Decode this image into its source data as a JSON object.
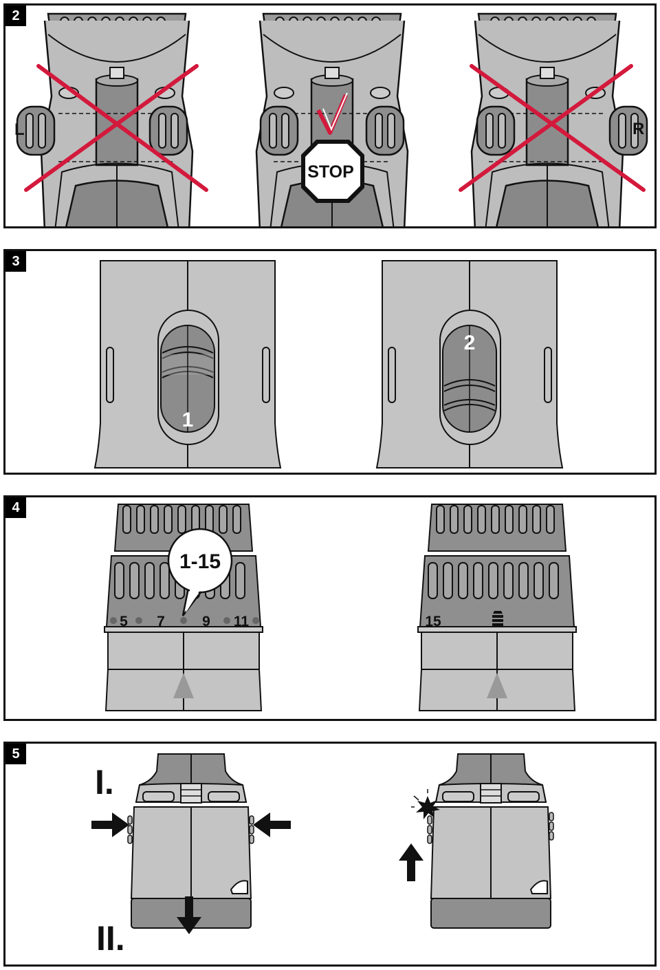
{
  "figures": [
    {
      "number": "2"
    },
    {
      "number": "3"
    },
    {
      "number": "4"
    },
    {
      "number": "5"
    }
  ],
  "fig2": {
    "left_label": "L",
    "right_label": "R",
    "stop_sign": "STOP"
  },
  "fig3": {
    "gear_1": "1",
    "gear_2": "2"
  },
  "fig4": {
    "callout": "1-15",
    "dial_marks": [
      "5",
      "7",
      "9",
      "11"
    ],
    "dial_mark_right": "15"
  },
  "fig5": {
    "step_1": "I.",
    "step_2": "II."
  },
  "colors": {
    "body": "#bdbdbd",
    "dark": "#8a8a8a",
    "light": "#d2d2d2",
    "cross": "#d3193c",
    "check": "#d3193c",
    "outline": "#111111"
  }
}
